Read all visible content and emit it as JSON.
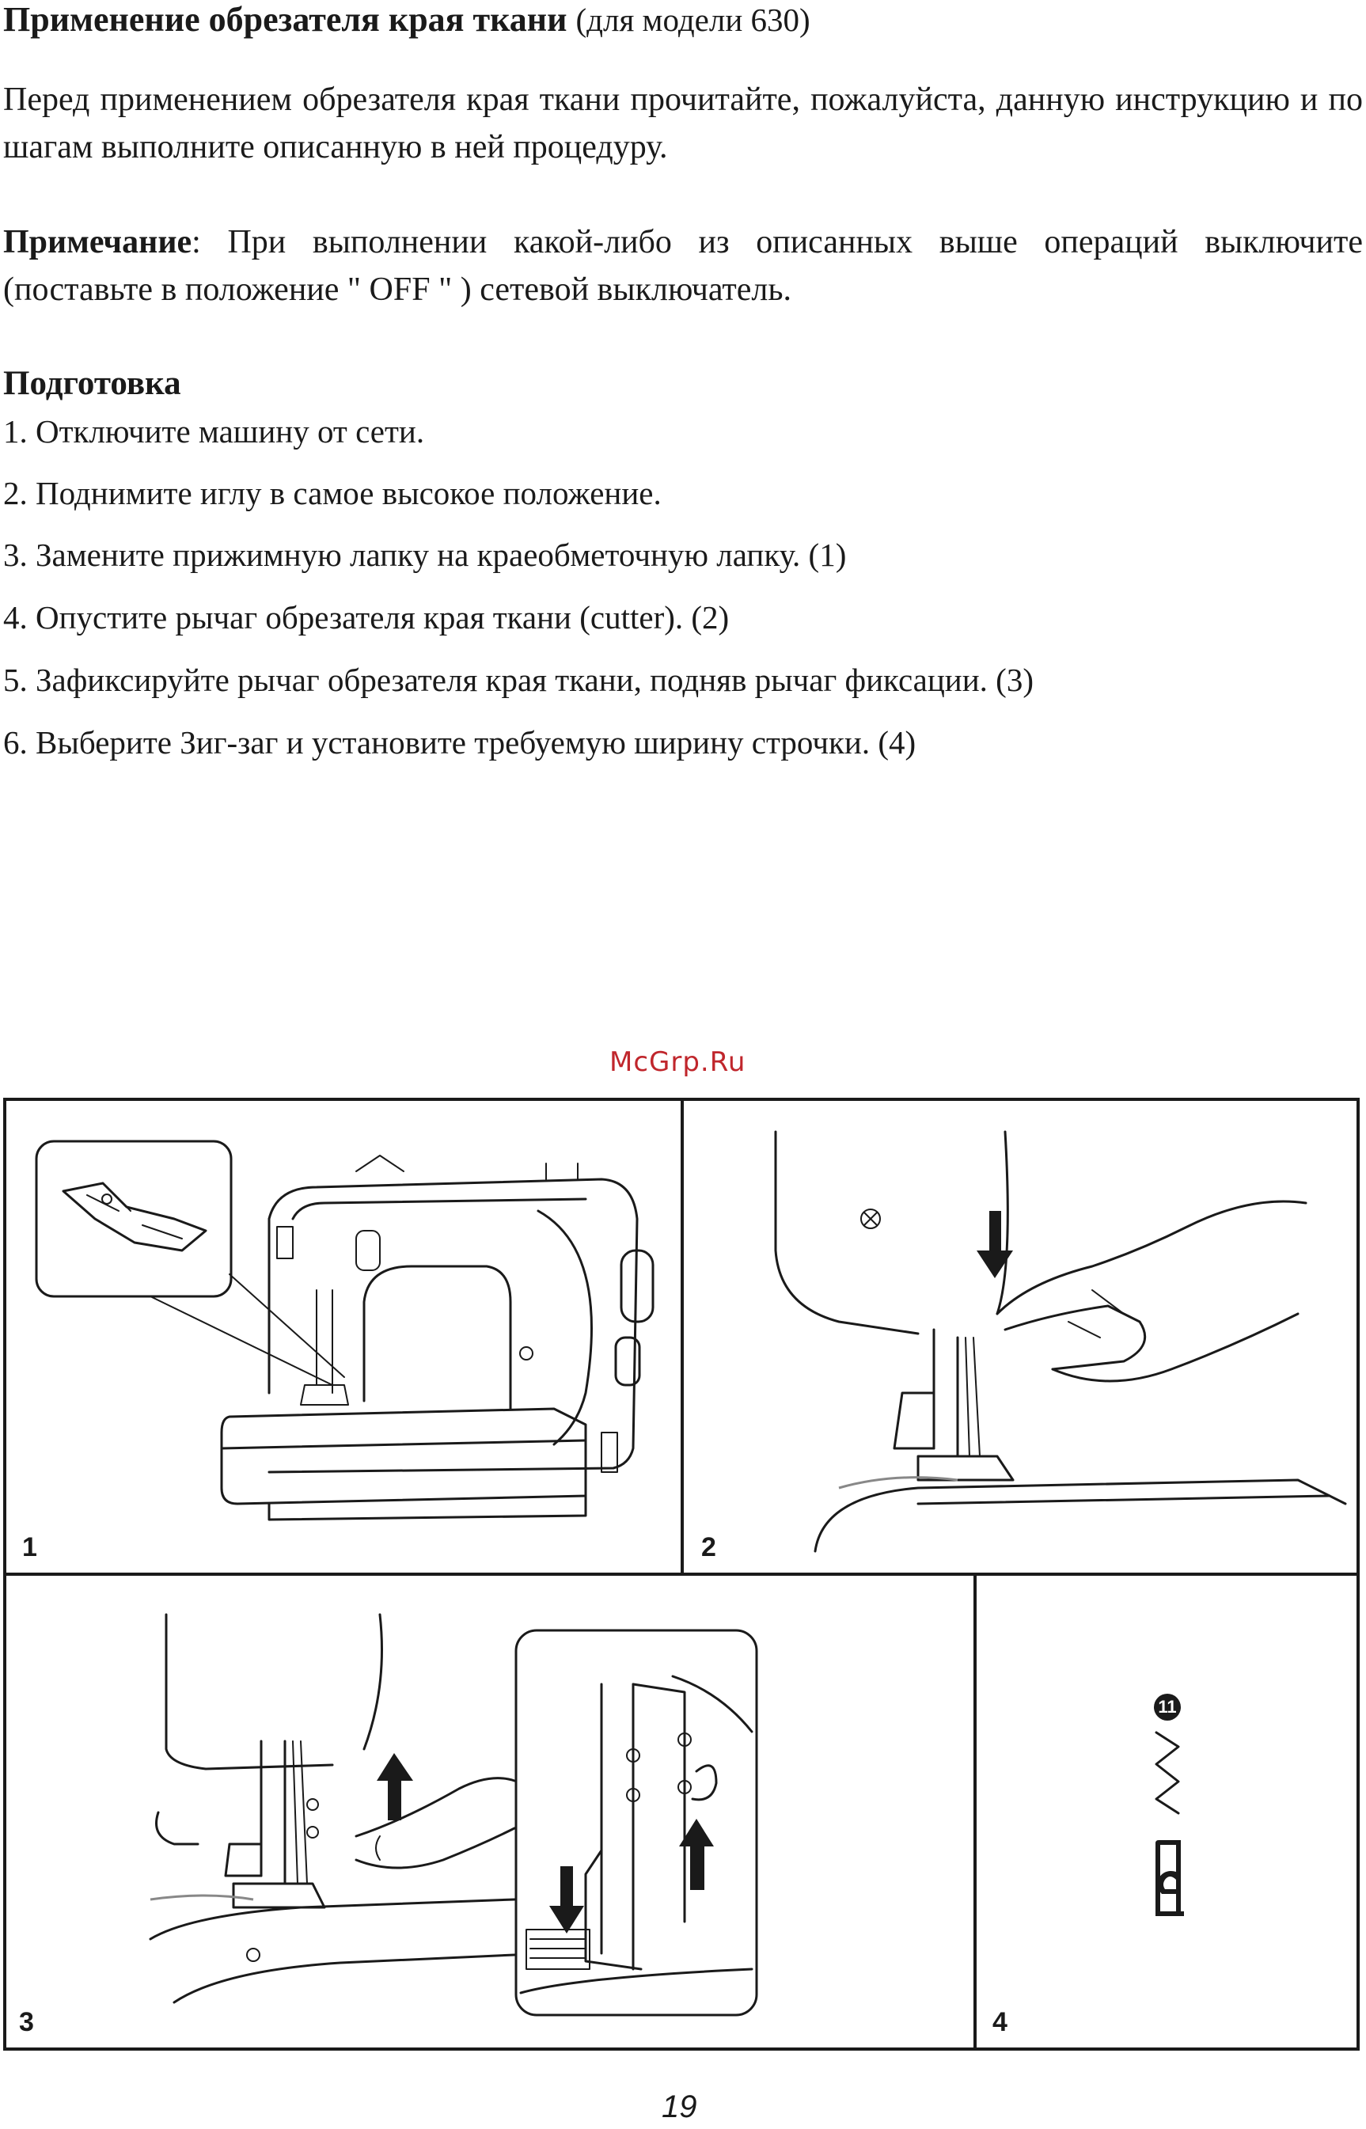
{
  "title": {
    "main": "Применение обрезателя края ткани",
    "sub": "(для модели 630)"
  },
  "intro": "Перед применением обрезателя края ткани прочитайте, пожалуйста, данную инструкцию и по шагам выполните описанную в ней процедуру.",
  "note": {
    "label": "Примечание",
    "text": ": При выполнении какой-либо из описанных выше операций выключите (поставьте в положение \" OFF \" ) сетевой выключатель."
  },
  "preparation": {
    "heading": "Подготовка",
    "steps": [
      "1. Отключите машину от сети.",
      "2. Поднимите иглу в самое высокое положение.",
      "3. Замените прижимную лапку на краеобметочную лапку. (1)",
      "4. Опустите рычаг обрезателя края ткани (cutter). (2)",
      "5. Зафиксируйте рычаг обрезателя края ткани, подняв рычаг фиксации. (3)",
      "6. Выберите Зиг-заг и установите требуемую ширину строчки. (4)"
    ]
  },
  "watermark": "McGrp.Ru",
  "panels": {
    "p1": "1",
    "p2": "2",
    "p3": "3",
    "p4": "4",
    "pattern_number": "11"
  },
  "page_number": "19",
  "icons": [
    "sewing-machine-illustration",
    "overlock-foot-icon",
    "down-arrow-icon",
    "up-arrow-icon",
    "zigzag-stitch-icon",
    "overcast-foot-symbol-icon"
  ]
}
